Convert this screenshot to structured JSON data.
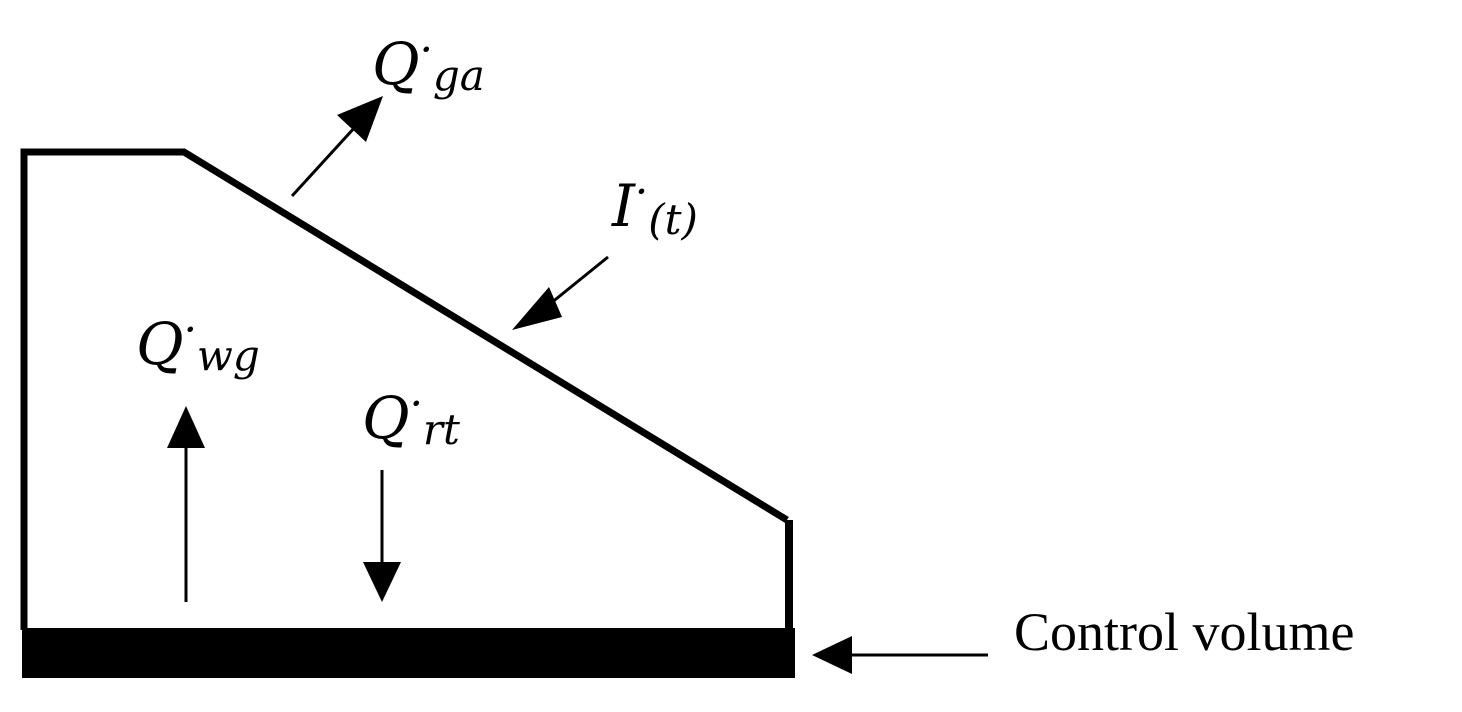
{
  "labels": {
    "q_ga": {
      "main": "Q",
      "dot": "·",
      "sub": "ga"
    },
    "i_t": {
      "main": "I",
      "dot": "·",
      "sub": "(t)"
    },
    "q_wg": {
      "main": "Q",
      "dot": "·",
      "sub": "wg"
    },
    "q_rt": {
      "main": "Q",
      "dot": "·",
      "sub": "rt"
    },
    "control_volume": "Control volume"
  },
  "colors": {
    "stroke": "#000000",
    "background": "#ffffff"
  }
}
